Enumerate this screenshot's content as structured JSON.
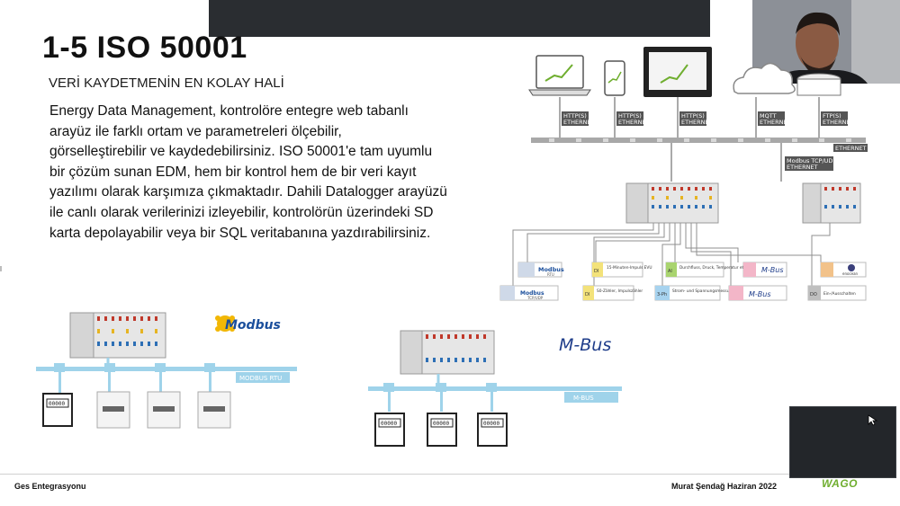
{
  "slide": {
    "title": "1-5 ISO 50001",
    "subtitle": "VERİ KAYDETMENİN EN KOLAY HALİ",
    "body_lines": [
      "Energy Data Management, kontrolöre entegre web tabanlı",
      "arayüz ile farklı ortam ve parametreleri ölçebilir,",
      "görselleştirebilir ve kaydedebilirsiniz. ISO 50001'e tam uyumlu",
      "bir çözüm sunan EDM, hem bir kontrol hem de bir veri kayıt",
      "yazılımı olarak karşımıza çıkmaktadır. Dahili Datalogger arayüzü",
      "ile canlı olarak verilerinizi izleyebilir, kontrolörün üzerindeki SD",
      "karta depolayabilir veya bir SQL veritabanına yazdırabilirsiniz."
    ]
  },
  "diagram": {
    "protocols": [
      "HTTP(S)",
      "HTTP(S)",
      "HTTP(S)",
      "MQTT",
      "FTP(S)"
    ],
    "ethernet_label": "ETHERNET",
    "modbus_tcp_label": "Modbus TCP/UDP",
    "io_modules": [
      {
        "badge": "Modbus",
        "sub": "RTU",
        "text": ""
      },
      {
        "badge": "DI",
        "sub": "",
        "text": "15-Minuten-Impuls EVU"
      },
      {
        "badge": "AI",
        "sub": "",
        "text": "Durchfluss, Druck, Temperatur etc."
      },
      {
        "badge": "M-Bus",
        "sub": "",
        "text": ""
      },
      {
        "badge": "",
        "sub": "",
        "text": "enocean"
      },
      {
        "badge": "Modbus",
        "sub": "TCP/UDP",
        "text": ""
      },
      {
        "badge": "DI",
        "sub": "",
        "text": "S0-Zähler, Impulszähler"
      },
      {
        "badge": "3-Ph",
        "sub": "",
        "text": "Strom- und Spannungsmessung"
      },
      {
        "badge": "M-Bus",
        "sub": "",
        "text": ""
      },
      {
        "badge": "DO",
        "sub": "",
        "text": "Ein-/Ausschalten"
      }
    ]
  },
  "modbus_section": {
    "logo_text": "Modbus",
    "bus_label": "MODBUS RTU",
    "meter_display": "00000"
  },
  "mbus_section": {
    "logo_text": "M-Bus",
    "bus_label": "M-BUS",
    "meter_display": "00000"
  },
  "footer": {
    "left": "Ges Entegrasyonu",
    "right": "Murat Şendağ  Haziran 2022",
    "brand": "WAGO"
  },
  "colors": {
    "bus": "#9fd3ea",
    "network_gray": "#a8a8a8",
    "modbus_yellow": "#f2b705",
    "modbus_blue": "#1b4f9c",
    "mbus_blue": "#1f3d8a",
    "wago_green": "#6fae2f"
  }
}
